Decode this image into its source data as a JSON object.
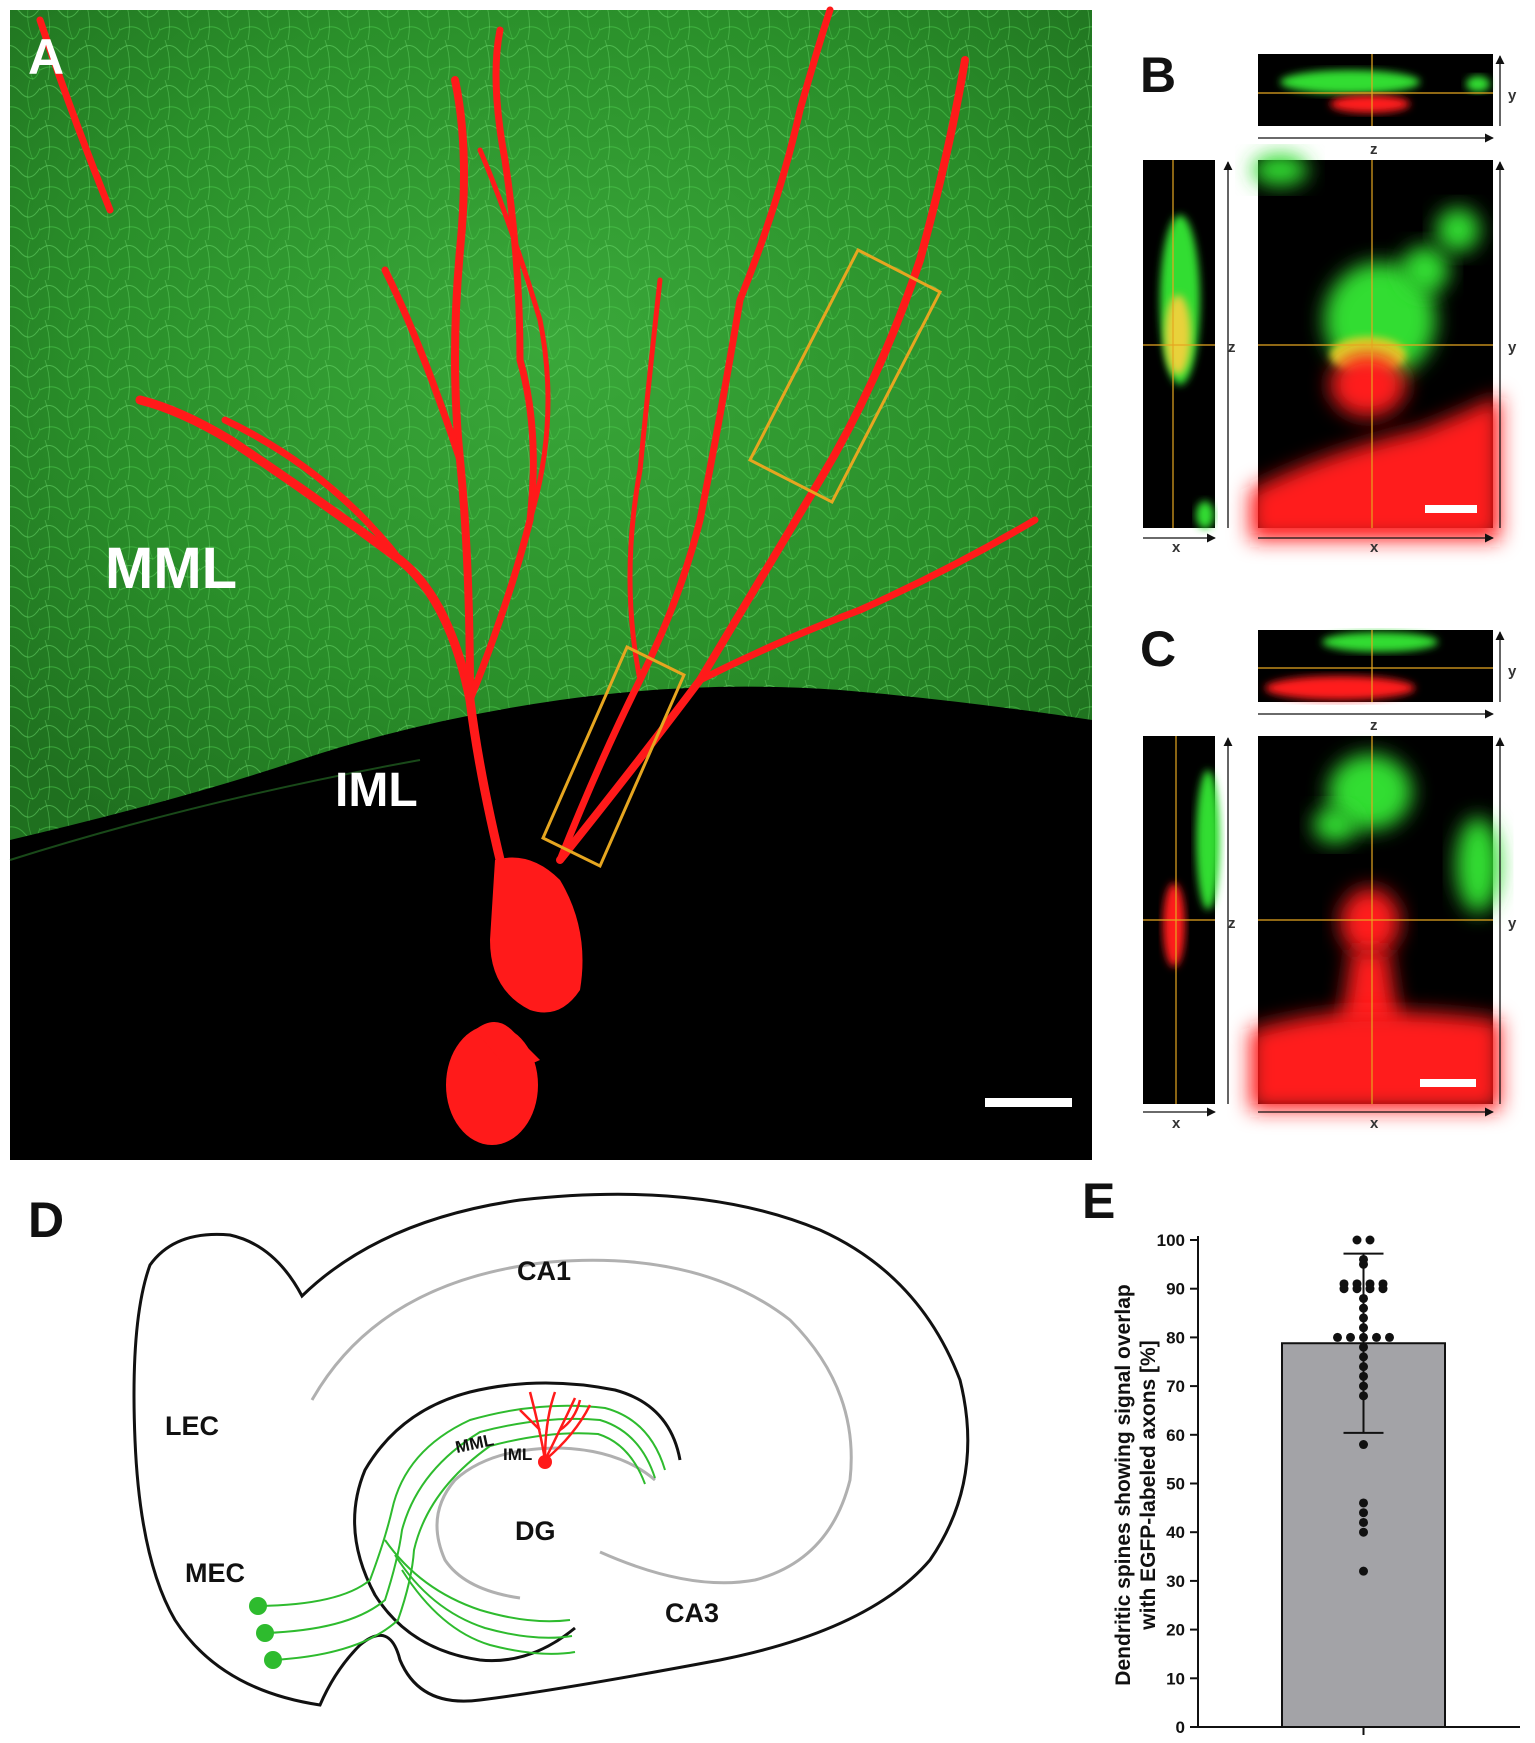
{
  "panels": {
    "a": {
      "letter": "A",
      "label_mml": "MML",
      "label_iml": "IML"
    },
    "b": {
      "letter": "B",
      "axes": {
        "z_top": "z",
        "y_top": "y",
        "z_side": "z",
        "x_side": "x",
        "x_main": "x",
        "y_main": "y"
      }
    },
    "c": {
      "letter": "C",
      "axes": {
        "z_top": "z",
        "y_top": "y",
        "z_side": "z",
        "x_side": "x",
        "x_main": "x",
        "y_main": "y"
      }
    },
    "d": {
      "letter": "D",
      "labels": {
        "ca1": "CA1",
        "lec": "LEC",
        "mec": "MEC",
        "dg": "DG",
        "ca3": "CA3",
        "mml": "MML",
        "iml": "IML"
      }
    },
    "e": {
      "letter": "E"
    }
  },
  "colors": {
    "green": "#2ecc2e",
    "red": "#ff1a1a",
    "box": "#e6a620",
    "bar": "#a3a3a7"
  },
  "chart_data": {
    "type": "bar",
    "ylabel": "Dendritic spines showing signal overlap with EGFP-labeled axons [%]",
    "ylabel_line1": "Dendritic spines showing signal overlap",
    "ylabel_line2": "with EGFP-labeled axons [%]",
    "ylim": [
      0,
      100
    ],
    "yticks": [
      "0",
      "10",
      "20",
      "30",
      "40",
      "50",
      "60",
      "70",
      "80",
      "90",
      "100"
    ],
    "mean": 78.8,
    "error_low": 60.4,
    "error_high": 97.2,
    "points": [
      100,
      100,
      96,
      95,
      91,
      91,
      91,
      91,
      90,
      90,
      90,
      90,
      88,
      86,
      84,
      82,
      80,
      80,
      80,
      80,
      80,
      78,
      76,
      74,
      72,
      70,
      68,
      58,
      46,
      44,
      42,
      40,
      32
    ]
  }
}
